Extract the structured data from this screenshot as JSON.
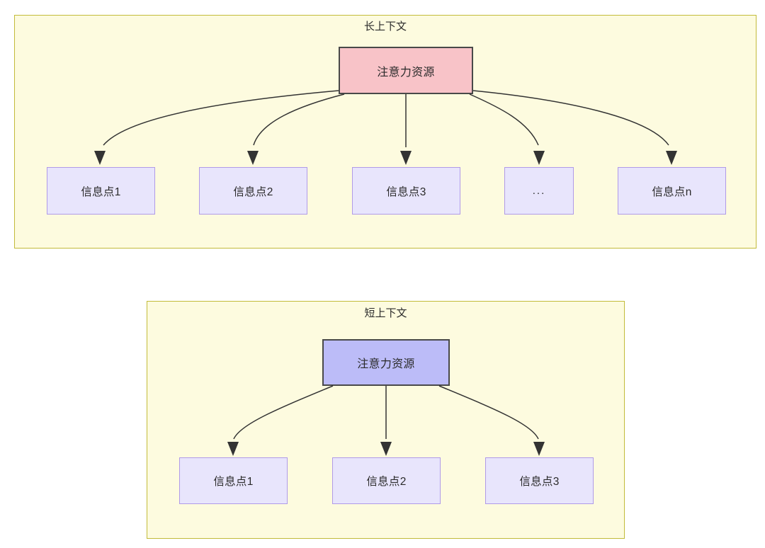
{
  "diagram": {
    "type": "tree-comparison",
    "background": "#ffffff",
    "colors": {
      "panel_fill": "#fdfbdf",
      "panel_border": "#c2bb3a",
      "root_long_fill": "#f8c3c8",
      "root_short_fill": "#bcbcf8",
      "root_border": "#494949",
      "leaf_fill": "#e8e5fc",
      "leaf_border": "#b09ae8",
      "edge_stroke": "#333333",
      "text": "#2b2b2b"
    },
    "panels": [
      {
        "id": "long-context",
        "title": "长上下文",
        "root": {
          "label": "注意力资源"
        },
        "leaves": [
          {
            "label": "信息点1"
          },
          {
            "label": "信息点2"
          },
          {
            "label": "信息点3"
          },
          {
            "label": "..."
          },
          {
            "label": "信息点n"
          }
        ]
      },
      {
        "id": "short-context",
        "title": "短上下文",
        "root": {
          "label": "注意力资源"
        },
        "leaves": [
          {
            "label": "信息点1"
          },
          {
            "label": "信息点2"
          },
          {
            "label": "信息点3"
          }
        ]
      }
    ]
  }
}
